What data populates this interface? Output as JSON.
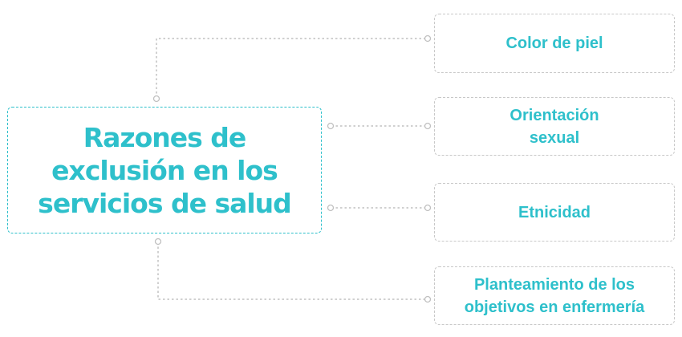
{
  "center": {
    "title": "Razones de exclusión en los servicios de salud"
  },
  "branches": [
    {
      "label": "Color de piel"
    },
    {
      "label": "Orientación sexual"
    },
    {
      "label": "Etnicidad"
    },
    {
      "label": "Planteamiento de los objetivos en enfermería"
    }
  ],
  "colors": {
    "accent": "#2ec0cb",
    "connector": "#c0c0c0",
    "branch_border": "#c8c8c8"
  }
}
